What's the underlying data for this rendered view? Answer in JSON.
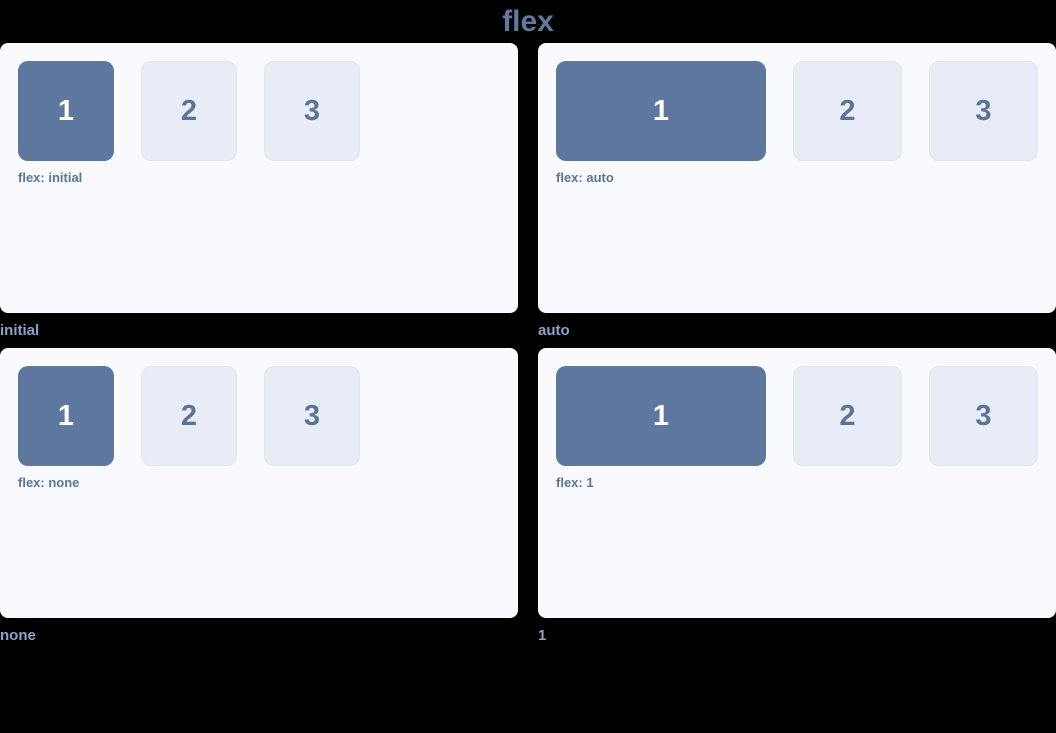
{
  "title": "flex",
  "colors": {
    "background": "#000000",
    "card_background": "#f9fafd",
    "primary_box": "#5e779e",
    "plain_box": "#e8ecf6",
    "title_text": "#5f7a9f",
    "label_text": "#5a7498",
    "caption_text": "#8aa4c6"
  },
  "demos": [
    {
      "caption": "initial",
      "label": "flex: initial",
      "variant": "flex-initial",
      "boxes": [
        {
          "number": "1",
          "style": "primary"
        },
        {
          "number": "2",
          "style": "plain"
        },
        {
          "number": "3",
          "style": "plain"
        }
      ]
    },
    {
      "caption": "auto",
      "label": "flex: auto",
      "variant": "flex-auto",
      "boxes": [
        {
          "number": "1",
          "style": "primary"
        },
        {
          "number": "2",
          "style": "plain"
        },
        {
          "number": "3",
          "style": "plain"
        }
      ]
    },
    {
      "caption": "none",
      "label": "flex: none",
      "variant": "flex-none",
      "boxes": [
        {
          "number": "1",
          "style": "primary"
        },
        {
          "number": "2",
          "style": "plain"
        },
        {
          "number": "3",
          "style": "plain"
        }
      ]
    },
    {
      "caption": "1",
      "label": "flex: 1",
      "variant": "flex-one",
      "boxes": [
        {
          "number": "1",
          "style": "primary"
        },
        {
          "number": "2",
          "style": "plain"
        },
        {
          "number": "3",
          "style": "plain"
        }
      ]
    }
  ]
}
